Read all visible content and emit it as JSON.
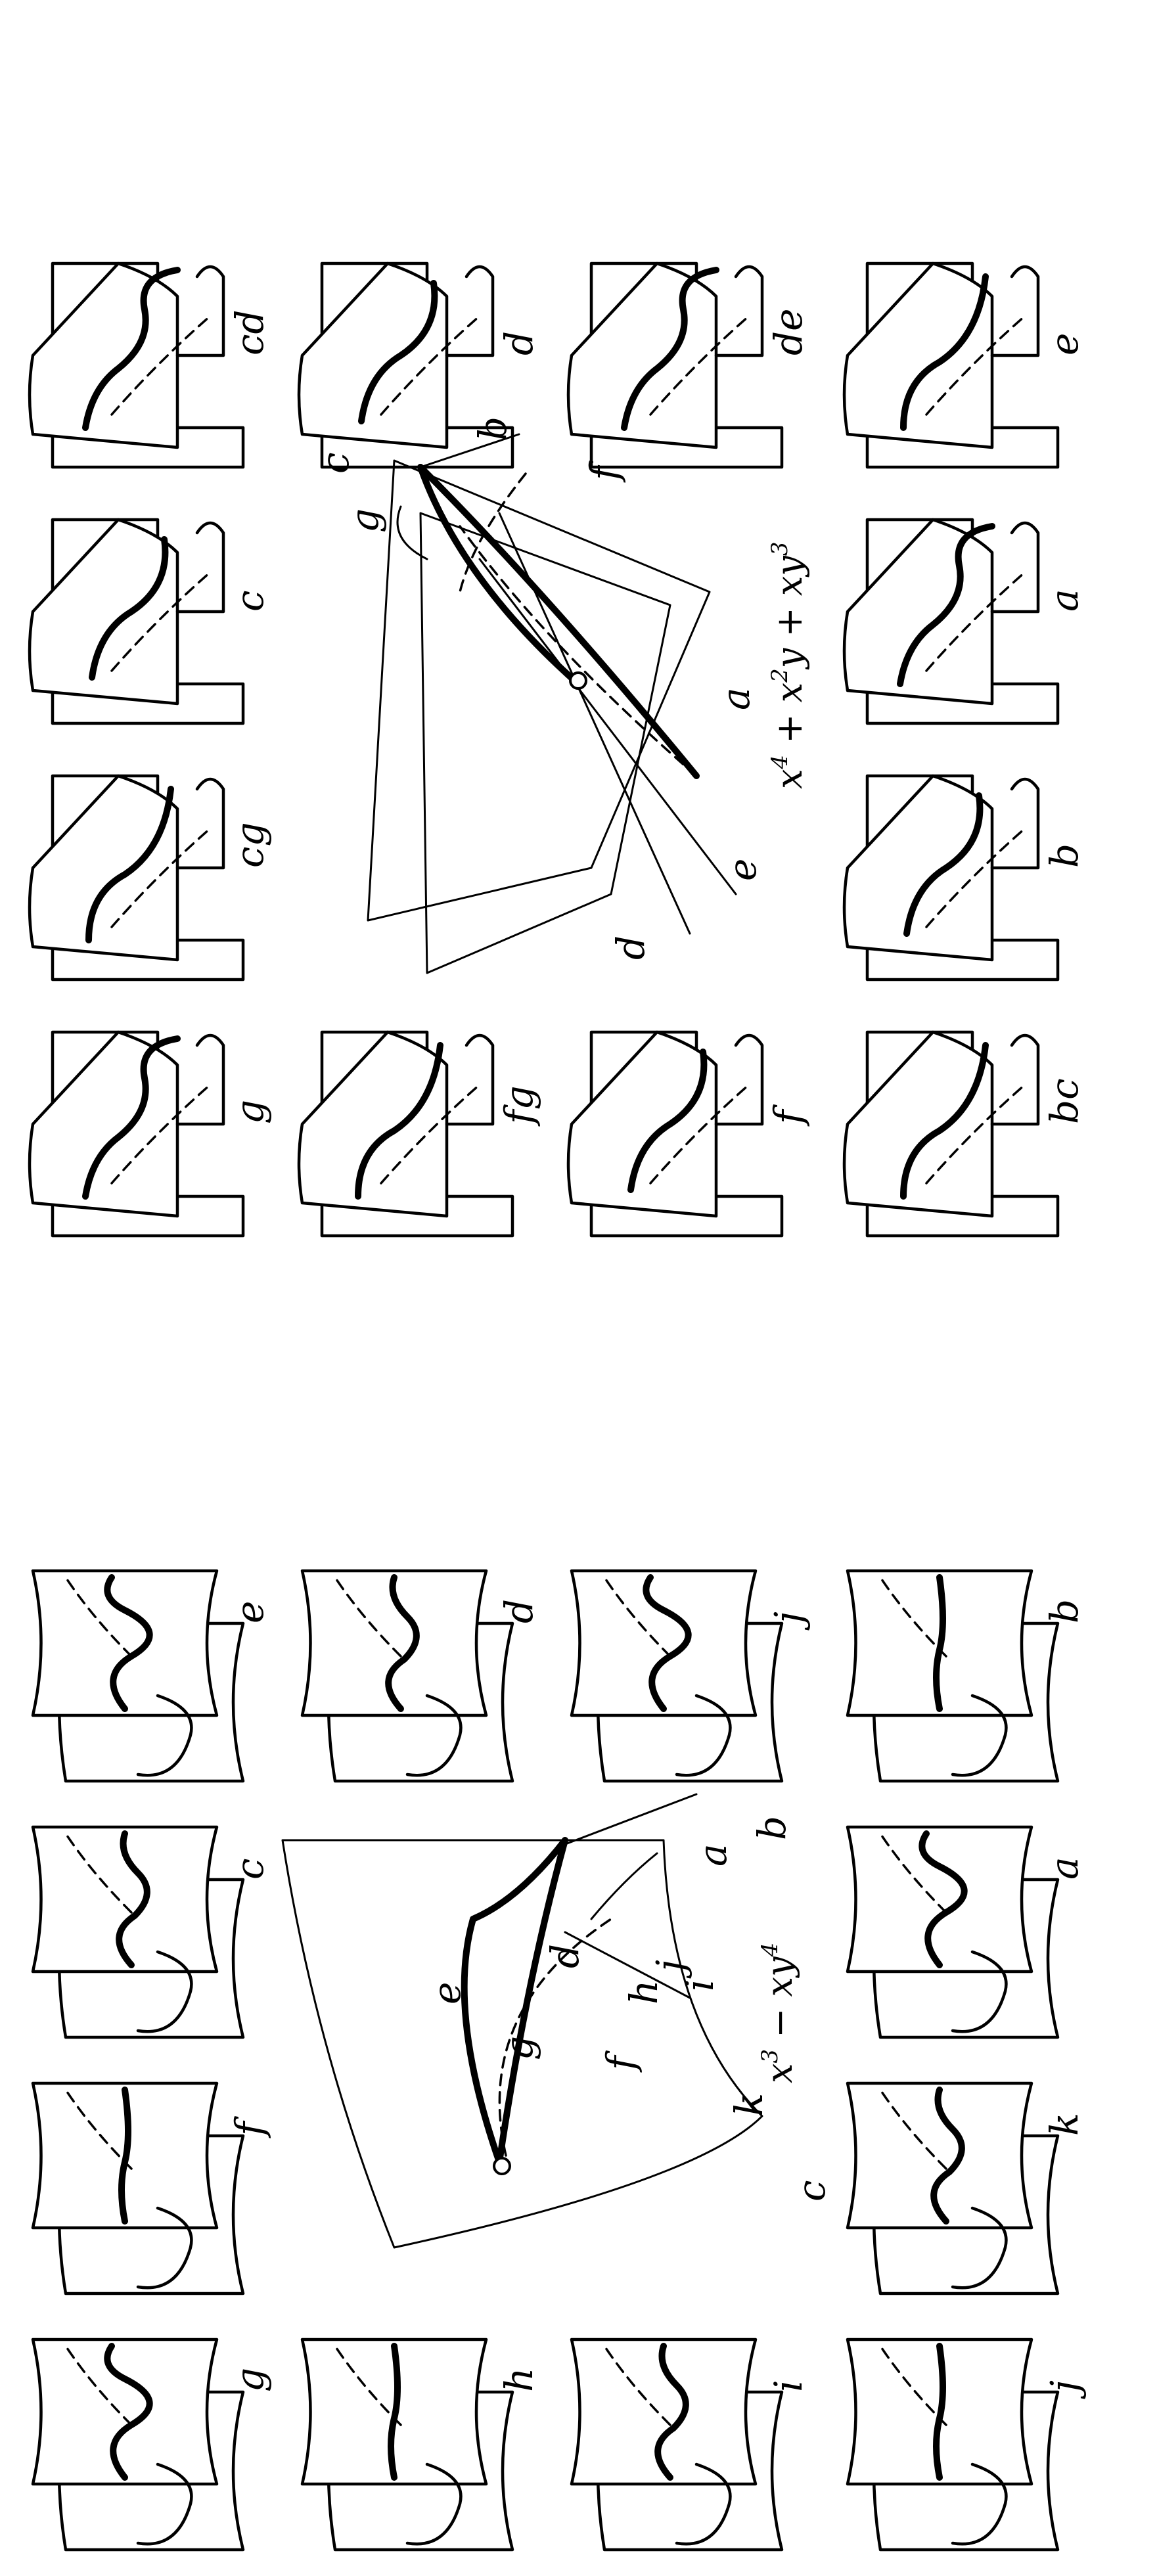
{
  "left_figure": {
    "formula": {
      "base": "x",
      "exp1": "3",
      "mid": " − xy",
      "exp2": "4"
    },
    "center_labels": {
      "a": "a",
      "b": "b",
      "c": "c",
      "d": "d",
      "e": "e",
      "f": "f",
      "g": "g",
      "h": "h",
      "i": "i",
      "j": "j",
      "k": "k"
    },
    "panels": [
      "e",
      "c",
      "f",
      "g",
      "d",
      "h",
      "j",
      "i",
      "b",
      "a",
      "k",
      "j"
    ]
  },
  "right_figure": {
    "formula": {
      "t1": "x",
      "e1": "4",
      "t2": " + x",
      "e2": "2",
      "t3": "y + xy",
      "e3": "3"
    },
    "center_labels": {
      "a": "a",
      "b": "b",
      "c": "c",
      "d": "d",
      "e": "e",
      "f": "f",
      "g": "g"
    },
    "panels": [
      "cd",
      "c",
      "cg",
      "g",
      "d",
      "fg",
      "de",
      "f",
      "e",
      "a",
      "b",
      "bc"
    ]
  }
}
